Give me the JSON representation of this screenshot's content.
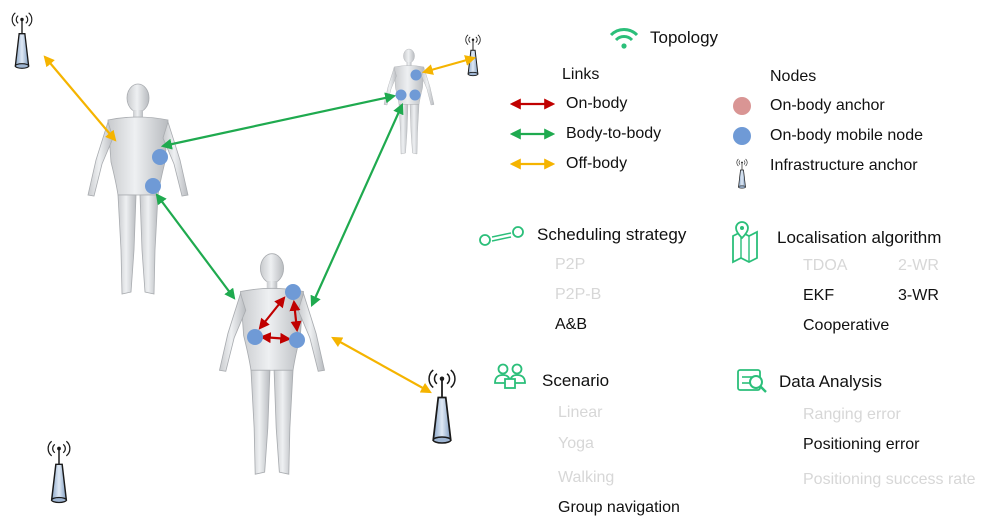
{
  "legend": {
    "topology_title": "Topology",
    "links_title": "Links",
    "nodes_title": "Nodes",
    "links": [
      {
        "label": "On-body",
        "color": "#c00000"
      },
      {
        "label": "Body-to-body",
        "color": "#1faa4f"
      },
      {
        "label": "Off-body",
        "color": "#f5b400"
      }
    ],
    "nodes": [
      {
        "label": "On-body anchor",
        "color": "#d99594"
      },
      {
        "label": "On-body mobile node",
        "color": "#6f9ad6"
      },
      {
        "label": "Infrastructure anchor",
        "icon": "antenna-icon"
      }
    ]
  },
  "scheduling": {
    "title": "Scheduling strategy",
    "options": [
      {
        "label": "P2P",
        "active": false
      },
      {
        "label": "P2P-B",
        "active": false
      },
      {
        "label": "A&B",
        "active": true
      }
    ]
  },
  "localisation": {
    "title": "Localisation algorithm",
    "options": [
      {
        "label": "TDOA",
        "active": false
      },
      {
        "label": "2-WR",
        "active": false
      },
      {
        "label": "EKF",
        "active": true
      },
      {
        "label": "3-WR",
        "active": true
      },
      {
        "label": "Cooperative",
        "active": true
      }
    ]
  },
  "scenario": {
    "title": "Scenario",
    "options": [
      {
        "label": "Linear",
        "active": false
      },
      {
        "label": "Yoga",
        "active": false
      },
      {
        "label": "Walking",
        "active": false
      },
      {
        "label": "Group navigation",
        "active": true
      }
    ]
  },
  "analysis": {
    "title": "Data Analysis",
    "options": [
      {
        "label": "Ranging error",
        "active": false
      },
      {
        "label": "Positioning error",
        "active": true
      },
      {
        "label": "Positioning success rate",
        "active": false
      }
    ]
  },
  "colors": {
    "accent": "#2bbf7a",
    "on_body": "#c00000",
    "body_to_body": "#1faa4f",
    "off_body": "#f5b400",
    "mobile_node": "#6f9ad6",
    "onbody_anchor": "#d99594",
    "inactive_text": "#d7d7d7"
  }
}
